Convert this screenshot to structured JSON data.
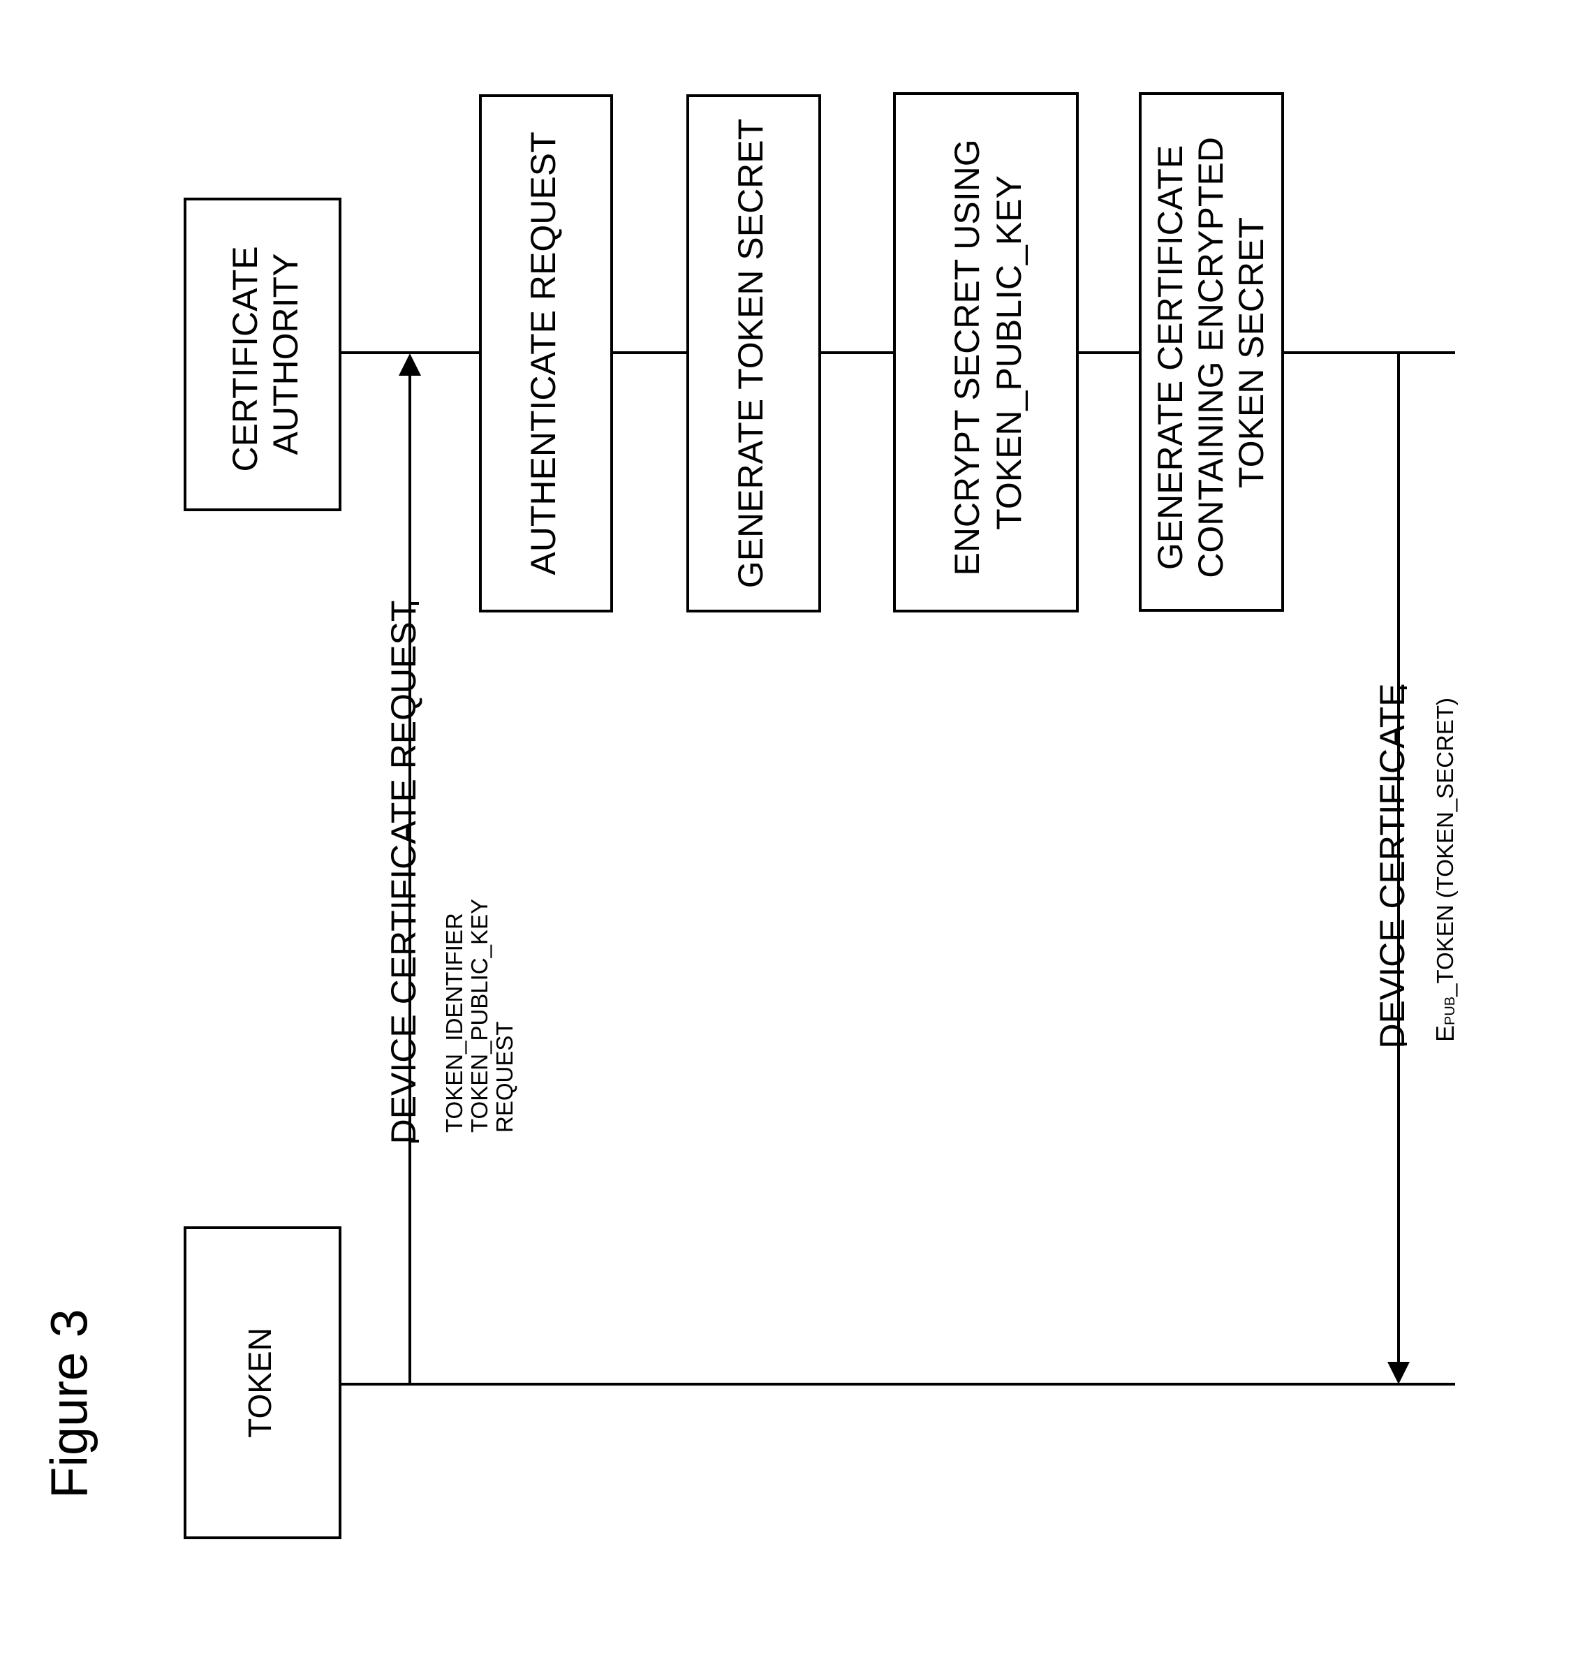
{
  "figure": {
    "title": "Figure 3"
  },
  "entities": {
    "token": {
      "label": "TOKEN"
    },
    "certificate_authority": {
      "lines": [
        "CERTIFICATE",
        "AUTHORITY"
      ]
    }
  },
  "steps": [
    {
      "lines": [
        "AUTHENTICATE REQUEST"
      ]
    },
    {
      "lines": [
        "GENERATE TOKEN SECRET"
      ]
    },
    {
      "lines": [
        "ENCRYPT SECRET USING",
        "TOKEN_PUBLIC_KEY"
      ]
    },
    {
      "lines": [
        "GENERATE CERTIFICATE",
        "CONTAINING ENCRYPTED",
        "TOKEN SECRET"
      ]
    }
  ],
  "messages": {
    "request": {
      "label": "DEVICE CERTIFICATE REQUEST",
      "details": [
        "TOKEN_IDENTIFIER",
        "TOKEN_PUBLIC_KEY",
        "REQUEST"
      ]
    },
    "response": {
      "label": "DEVICE CERTIFICATE",
      "detail_main": "E",
      "detail_sub": "PUB",
      "detail_rest": "_TOKEN (TOKEN_SECRET)"
    }
  }
}
